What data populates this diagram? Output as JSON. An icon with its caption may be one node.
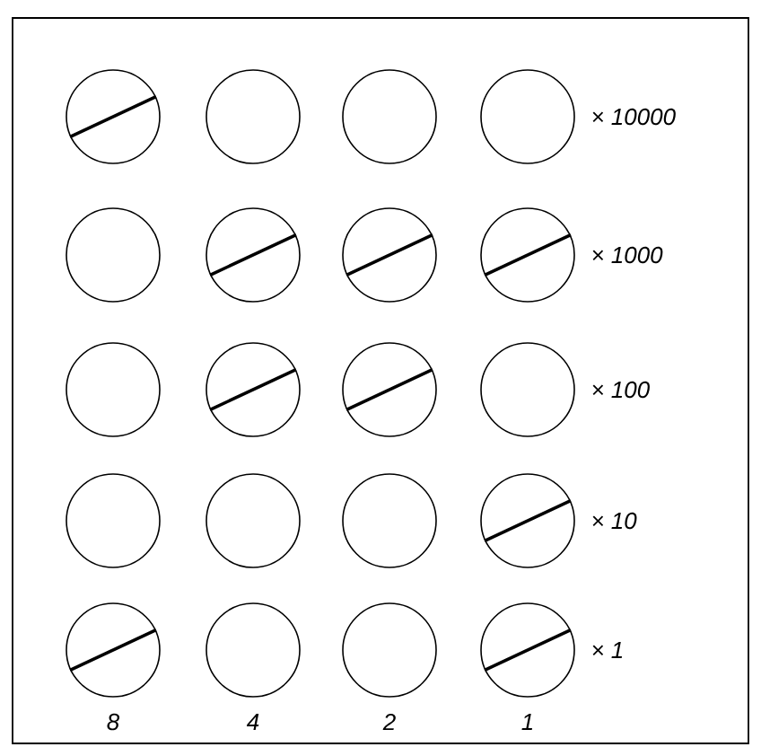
{
  "diagram": {
    "nodes": [
      {
        "text": [],
        "shape": "slashed-circle"
      },
      {
        "text": [],
        "shape": "circle"
      },
      {
        "text": [],
        "shape": "circle"
      },
      {
        "text": [],
        "shape": "circle"
      },
      {
        "text": [],
        "shape": "circle"
      },
      {
        "text": [],
        "shape": "slashed-circle"
      },
      {
        "text": [],
        "shape": "slashed-circle"
      },
      {
        "text": [],
        "shape": "slashed-circle"
      },
      {
        "text": [],
        "shape": "circle"
      },
      {
        "text": [],
        "shape": "slashed-circle"
      },
      {
        "text": [],
        "shape": "slashed-circle"
      },
      {
        "text": [],
        "shape": "circle"
      },
      {
        "text": [],
        "shape": "circle"
      },
      {
        "text": [],
        "shape": "circle"
      },
      {
        "text": [],
        "shape": "circle"
      },
      {
        "text": [],
        "shape": "slashed-circle"
      },
      {
        "text": [],
        "shape": "slashed-circle"
      },
      {
        "text": [],
        "shape": "circle"
      },
      {
        "text": [],
        "shape": "circle"
      },
      {
        "text": [],
        "shape": "slashed-circle"
      }
    ],
    "labels": [
      "× 10000",
      "× 1000",
      "× 100",
      "× 10",
      "× 1",
      "8",
      "4",
      "2",
      "1"
    ]
  }
}
